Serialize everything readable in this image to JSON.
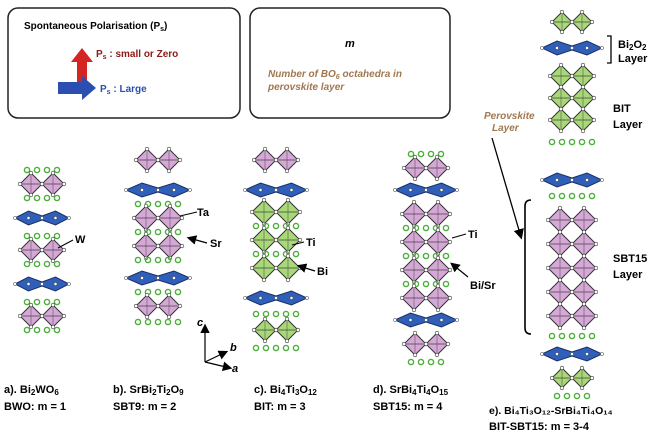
{
  "legend_box1": {
    "title": "Spontaneous Polarisation (P",
    "title_sub": "s",
    "title_end": ")",
    "small_label_pre": "P",
    "small_label_sub": "s",
    "small_label_post": " : small or Zero",
    "large_label_pre": "P",
    "large_label_sub": "s",
    "large_label_post": " : Large"
  },
  "legend_box2": {
    "symbol": "m",
    "desc_line1_pre": "Number of BO",
    "desc_line1_sub": "6",
    "desc_line1_post": " octahedra in",
    "desc_line2": "perovskite layer"
  },
  "panel_a": {
    "atom": "W",
    "caption_line1_pre": "a). Bi",
    "caption_line1_sub1": "2",
    "caption_line1_mid": "WO",
    "caption_line1_sub2": "6",
    "caption_line2": "BWO: m = 1"
  },
  "panel_b": {
    "atom_top": "Ta",
    "atom_side": "Sr",
    "caption_line1_pre": "b). SrBi",
    "caption_line1_sub1": "2",
    "caption_line1_mid": "Ti",
    "caption_line1_sub2": "2",
    "caption_line1_mid2": "O",
    "caption_line1_sub3": "9",
    "caption_line2": "SBT9: m = 2"
  },
  "panel_c": {
    "atom_top": "Ti",
    "atom_side": "Bi",
    "caption_line1_pre": "c). Bi",
    "caption_line1_sub1": "4",
    "caption_line1_mid": "Ti",
    "caption_line1_sub2": "3",
    "caption_line1_mid2": "O",
    "caption_line1_sub3": "12",
    "caption_line2": "BIT: m = 3"
  },
  "panel_d": {
    "atom_top": "Ti",
    "atom_side": "Bi/Sr",
    "caption_line1_pre": "d). SrBi",
    "caption_line1_sub1": "4",
    "caption_line1_mid": "Ti",
    "caption_line1_sub2": "4",
    "caption_line1_mid2": "O",
    "caption_line1_sub3": "15",
    "caption_line2": "SBT15: m = 4"
  },
  "panel_e": {
    "perovskite_line1": "Perovskite",
    "perovskite_line2": "Layer",
    "bi2o2_pre": "Bi",
    "bi2o2_sub1": "2",
    "bi2o2_mid": "O",
    "bi2o2_sub2": "2",
    "bi2o2_line2": "Layer",
    "bit_line1": "BIT",
    "bit_line2": "Layer",
    "sbt_line1": "SBT15",
    "sbt_line2": "Layer",
    "caption_line1": "e). Bi₄Ti₃O₁₂-SrBi₄Ti₄O₁₄",
    "caption_line2": "BIT-SBT15: m = 3-4"
  },
  "axes": {
    "c": "c",
    "b": "b",
    "a": "a"
  },
  "colors": {
    "pink_octa": "#d6a8d8",
    "green_octa": "#a8d878",
    "blue_layer": "#2f5fb8",
    "green_atom": "#4caf3a",
    "red_arrow": "#d42424",
    "blue_arrow": "#2b4fb0",
    "dark_red_text": "#8b1a1a",
    "blue_text": "#2b4fb0",
    "brown_text": "#a07850"
  }
}
